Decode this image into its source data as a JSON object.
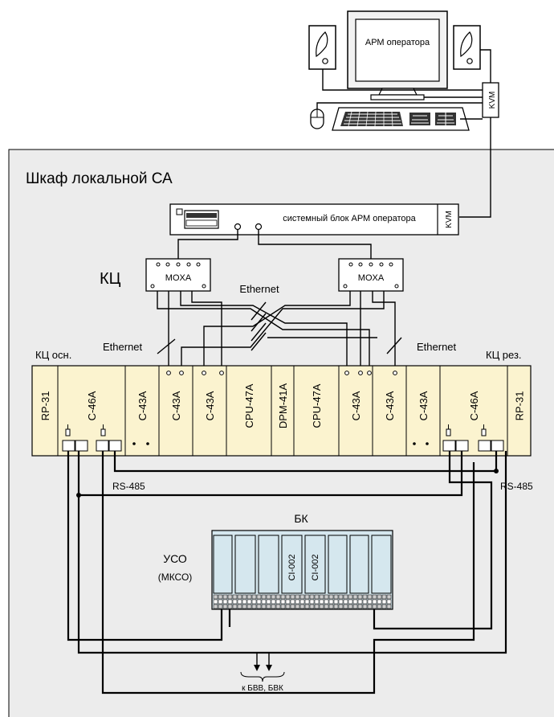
{
  "workstation": {
    "monitor_label": "АРМ оператора",
    "kvm_label": "KVM"
  },
  "cabinet": {
    "title": "Шкаф локальной СА",
    "system_unit_label": "системный блок АРМ оператора",
    "system_unit_kvm": "KVM"
  },
  "kc": {
    "label": "КЦ",
    "moxa_left": "MOXA",
    "moxa_right": "MOXA",
    "ethernet_top": "Ethernet",
    "ethernet_left": "Ethernet",
    "ethernet_right": "Ethernet",
    "main_label": "КЦ осн.",
    "reserve_label": "КЦ рез."
  },
  "rack_modules": [
    "RP-31",
    "C-46A",
    "C-43A",
    "C-43A",
    "C-43A",
    "CPU-47A",
    "DPM-41A",
    "CPU-47A",
    "C-43A",
    "C-43A",
    "C-43A",
    "C-46A",
    "RP-31"
  ],
  "rs485_left": "RS-485",
  "rs485_right": "RS-485",
  "uso": {
    "bk_label": "БК",
    "uso_label": "УСО",
    "mkso_label": "(МКСО)",
    "module_labels": [
      "CI-002",
      "CI-002"
    ],
    "bottom_label": "к БВВ, БВК"
  }
}
